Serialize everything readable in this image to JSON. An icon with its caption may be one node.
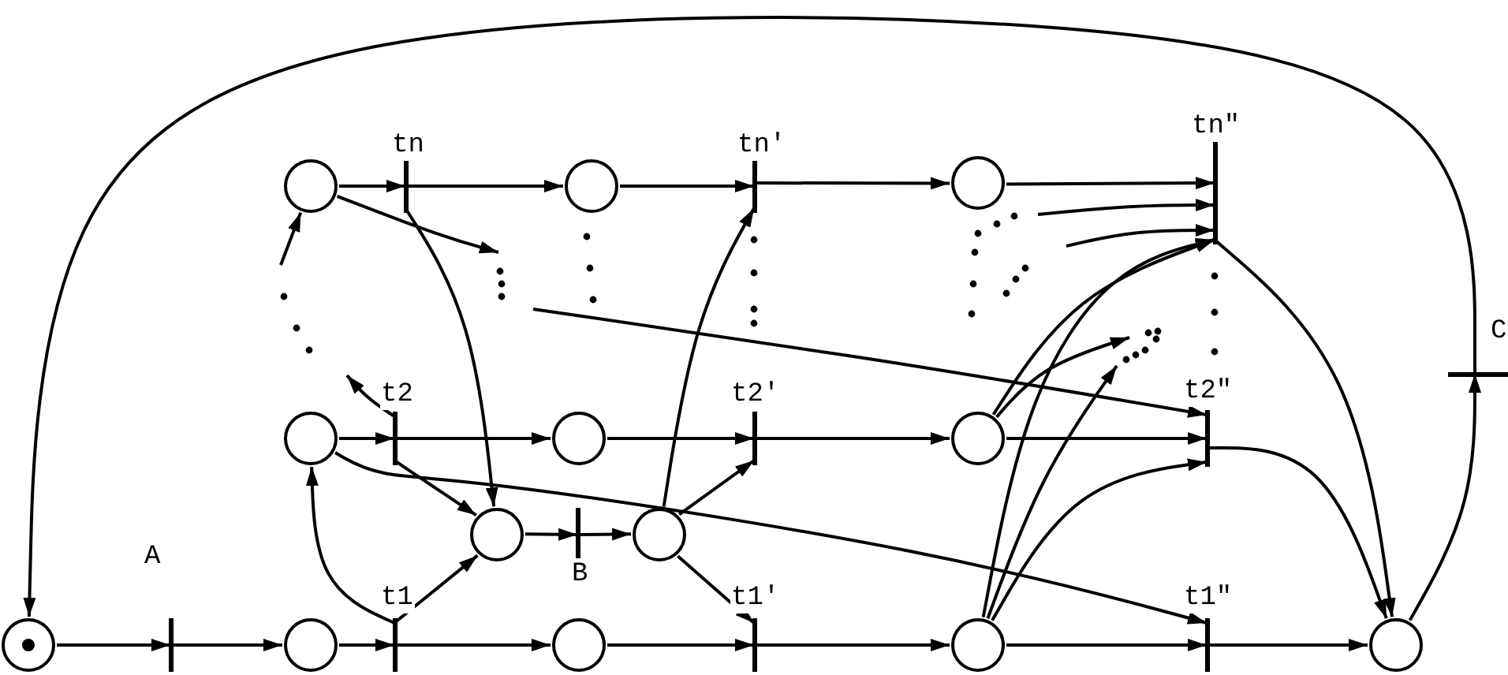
{
  "diagram": {
    "nodes": [
      {
        "text": [],
        "shape": "circle"
      },
      {
        "text": [
          "tn"
        ]
      },
      {
        "text": [],
        "shape": "circle"
      },
      {
        "text": [
          "tn'"
        ]
      },
      {
        "text": [],
        "shape": "circle"
      },
      {
        "text": [
          "tn\""
        ]
      },
      {
        "text": [],
        "shape": "circle"
      },
      {
        "text": [
          "t2"
        ]
      },
      {
        "text": [],
        "shape": "circle"
      },
      {
        "text": [
          "t2'"
        ]
      },
      {
        "text": [],
        "shape": "circle"
      },
      {
        "text": [
          "t2\""
        ]
      },
      {
        "text": [
          "C"
        ]
      },
      {
        "text": [],
        "shape": "circle"
      },
      {
        "text": [
          "B"
        ]
      },
      {
        "text": [],
        "shape": "circle"
      },
      {
        "text": [],
        "shape": "circle"
      },
      {
        "text": [
          "A"
        ]
      },
      {
        "text": [],
        "shape": "circle"
      },
      {
        "text": [
          "t1"
        ]
      },
      {
        "text": [],
        "shape": "circle"
      },
      {
        "text": [
          "t1'"
        ]
      },
      {
        "text": [],
        "shape": "circle"
      },
      {
        "text": [
          "t1\""
        ]
      },
      {
        "text": [],
        "shape": "circle"
      }
    ],
    "edges": [
      {
        "from": 16,
        "to": 17,
        "arrow": "to"
      },
      {
        "from": 17,
        "to": 18,
        "arrow": "to"
      },
      {
        "from": 18,
        "to": 19,
        "arrow": "to"
      },
      {
        "from": 19,
        "to": 20,
        "arrow": "to"
      },
      {
        "from": 20,
        "to": 21,
        "arrow": "to"
      },
      {
        "from": 21,
        "to": 22,
        "arrow": "to"
      },
      {
        "from": 22,
        "to": 23,
        "arrow": "to"
      },
      {
        "from": 23,
        "to": 24,
        "arrow": "to"
      },
      {
        "from": 6,
        "to": 7,
        "arrow": "to"
      },
      {
        "from": 7,
        "to": 8,
        "arrow": "to"
      },
      {
        "from": 8,
        "to": 9,
        "arrow": "to"
      },
      {
        "from": 9,
        "to": 10,
        "arrow": "to"
      },
      {
        "from": 10,
        "to": 11,
        "arrow": "to"
      },
      {
        "from": 11,
        "to": 24,
        "arrow": "to"
      },
      {
        "from": 0,
        "to": 1,
        "arrow": "to"
      },
      {
        "from": 1,
        "to": 2,
        "arrow": "to"
      },
      {
        "from": 2,
        "to": 3,
        "arrow": "to"
      },
      {
        "from": 3,
        "to": 4,
        "arrow": "to"
      },
      {
        "from": 4,
        "to": 5,
        "arrow": "to"
      },
      {
        "from": 5,
        "to": 24,
        "arrow": "to"
      },
      {
        "from": 19,
        "to": 13,
        "arrow": "to"
      },
      {
        "from": 19,
        "to": 6,
        "arrow": "to"
      },
      {
        "from": 7,
        "to": 13,
        "arrow": "to"
      },
      {
        "from": 1,
        "to": 13,
        "arrow": "to"
      },
      {
        "from": 13,
        "to": 14,
        "arrow": "to"
      },
      {
        "from": 14,
        "to": 15,
        "arrow": "to"
      },
      {
        "from": 15,
        "to": 21,
        "arrow": "to"
      },
      {
        "from": 15,
        "to": 9,
        "arrow": "to"
      },
      {
        "from": 15,
        "to": 3,
        "arrow": "to"
      },
      {
        "from": 6,
        "to": 23,
        "arrow": "to"
      },
      {
        "from": 0,
        "to": null,
        "arrow": "to"
      },
      {
        "from": null,
        "to": 11,
        "arrow": "to"
      },
      {
        "from": 7,
        "to": null,
        "arrow": "to"
      },
      {
        "from": null,
        "to": 0,
        "arrow": "to"
      },
      {
        "from": 10,
        "to": 5,
        "arrow": "to"
      },
      {
        "from": 10,
        "to": null,
        "arrow": "to"
      },
      {
        "from": 22,
        "to": 5,
        "arrow": "to"
      },
      {
        "from": 22,
        "to": 11,
        "arrow": "to"
      },
      {
        "from": 22,
        "to": null,
        "arrow": "to"
      },
      {
        "from": null,
        "to": 5,
        "arrow": "to"
      },
      {
        "from": null,
        "to": 5,
        "arrow": "to"
      },
      {
        "from": 24,
        "to": 12,
        "arrow": "to"
      },
      {
        "from": 12,
        "to": 16,
        "arrow": "to"
      }
    ]
  }
}
